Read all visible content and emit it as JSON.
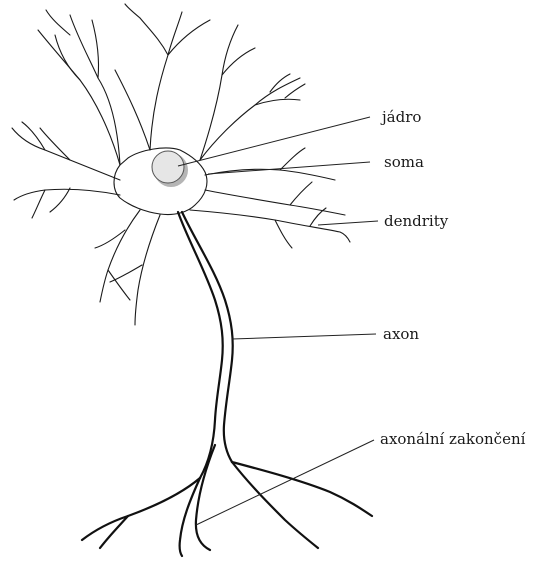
{
  "labels": {
    "nucleus": "jádro",
    "soma": "soma",
    "dendrites": "dendrity",
    "axon": "axon",
    "axon_terminals": "axonální zakončení"
  },
  "colors": {
    "nucleus_fill": "#e6e6e6",
    "nucleus_shadow": "#b5b5b5",
    "stroke": "#1a1a1a"
  }
}
